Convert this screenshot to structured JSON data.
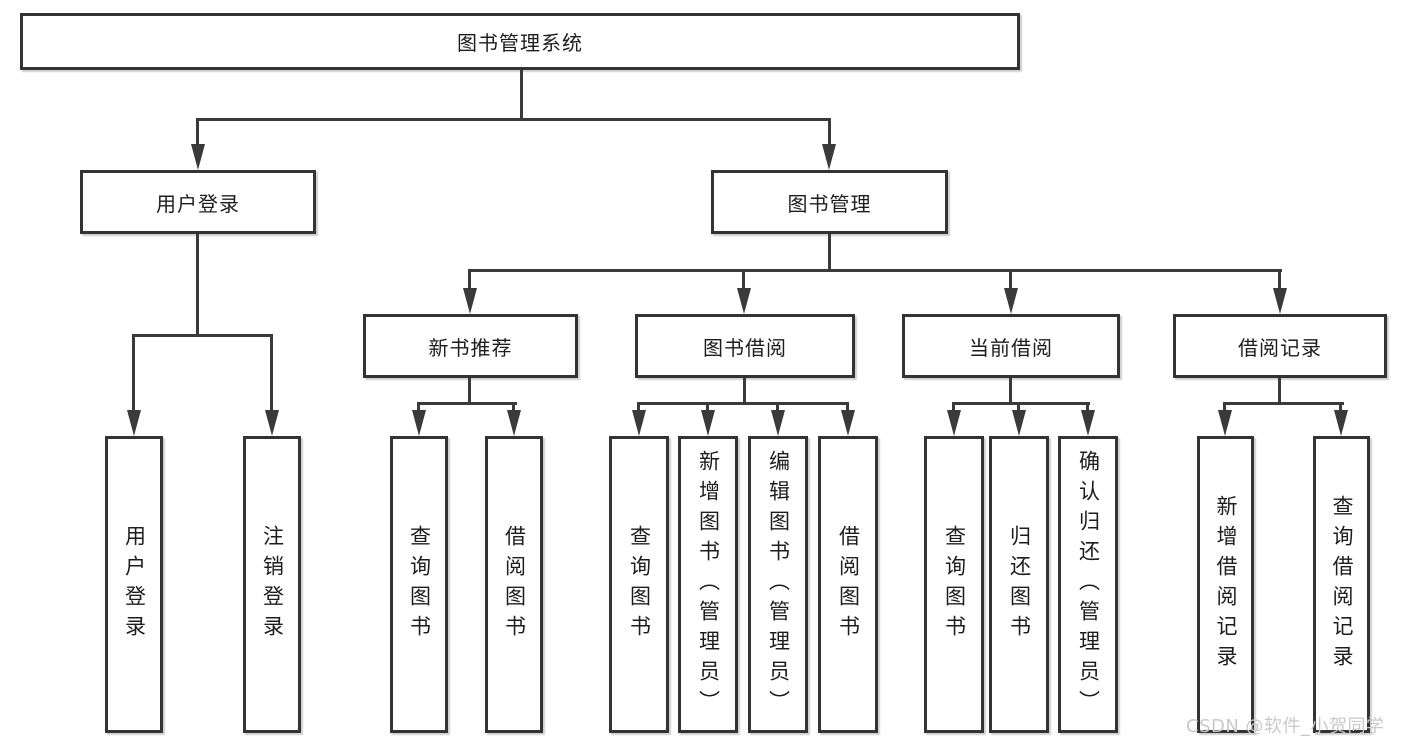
{
  "diagram_type": "tree-structure-chart",
  "colors": {
    "background": "#ffffff",
    "line": "#3a3a3a",
    "box_border": "#333333",
    "text": "#1d1d1d",
    "watermark": "#c9c9c9"
  },
  "nodes": {
    "root": {
      "label": "图书管理系统"
    },
    "user_login": {
      "label": "用户登录"
    },
    "book_mgmt": {
      "label": "图书管理"
    },
    "new_book": {
      "label": "新书推荐"
    },
    "book_borrow": {
      "label": "图书借阅"
    },
    "current_borrow": {
      "label": "当前借阅"
    },
    "borrow_record": {
      "label": "借阅记录"
    },
    "leaves": [
      {
        "label": "用户登录"
      },
      {
        "label": "注销登录"
      },
      {
        "label": "查询图书"
      },
      {
        "label": "借阅图书"
      },
      {
        "label": "查询图书"
      },
      {
        "label": "新增图书（管理员）"
      },
      {
        "label": "编辑图书（管理员）"
      },
      {
        "label": "借阅图书"
      },
      {
        "label": "查询图书"
      },
      {
        "label": "归还图书"
      },
      {
        "label": "确认归还（管理员）"
      },
      {
        "label": "新增借阅记录"
      },
      {
        "label": "查询借阅记录"
      }
    ]
  },
  "hierarchy": {
    "图书管理系统": {
      "用户登录": [
        "用户登录",
        "注销登录"
      ],
      "图书管理": {
        "新书推荐": [
          "查询图书",
          "借阅图书"
        ],
        "图书借阅": [
          "查询图书",
          "新增图书（管理员）",
          "编辑图书（管理员）",
          "借阅图书"
        ],
        "当前借阅": [
          "查询图书",
          "归还图书",
          "确认归还（管理员）"
        ],
        "借阅记录": [
          "新增借阅记录",
          "查询借阅记录"
        ]
      }
    }
  },
  "watermark": {
    "text": "CSDN @软件_小贺同学"
  }
}
